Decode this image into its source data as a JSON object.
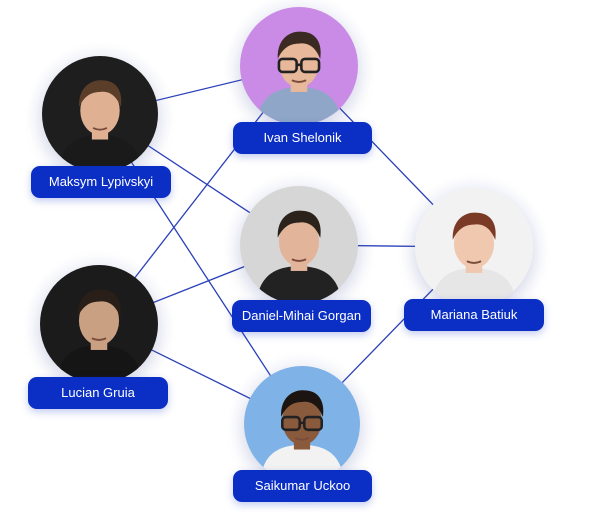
{
  "colors": {
    "pill": "#0b2fc4",
    "link": "#2a40b8",
    "text": "#ffffff"
  },
  "people": [
    {
      "id": "ivan",
      "name": "Ivan Shelonik",
      "photo_bg": "#c98be6",
      "skin": "#e8b89a",
      "hair": "#3a2a22",
      "shirt": "#8fa6c8",
      "glasses": true
    },
    {
      "id": "maksym",
      "name": "Maksym Lypivskyi",
      "photo_bg": "#1e1e1e",
      "skin": "#e0b093",
      "hair": "#5a3e2a",
      "shirt": "#1a1a1a",
      "glasses": false
    },
    {
      "id": "daniel",
      "name": "Daniel-Mihai Gorgan",
      "photo_bg": "#d6d6d6",
      "skin": "#e2b49a",
      "hair": "#2b221c",
      "shirt": "#222222",
      "glasses": false
    },
    {
      "id": "mariana",
      "name": "Mariana Batiuk",
      "photo_bg": "#f2f2f2",
      "skin": "#f0c8b0",
      "hair": "#7a3a26",
      "shirt": "#e6e6e6",
      "glasses": false
    },
    {
      "id": "lucian",
      "name": "Lucian Gruia",
      "photo_bg": "#1b1b1b",
      "skin": "#caa083",
      "hair": "#2a1f18",
      "shirt": "#151515",
      "glasses": false
    },
    {
      "id": "saikumar",
      "name": "Saikumar Uckoo",
      "photo_bg": "#7fb2e6",
      "skin": "#8a5a3c",
      "hair": "#1b1410",
      "shirt": "#f2f2f2",
      "glasses": true
    }
  ],
  "connections": [
    [
      "maksym",
      "ivan"
    ],
    [
      "maksym",
      "daniel"
    ],
    [
      "maksym",
      "saikumar"
    ],
    [
      "ivan",
      "mariana"
    ],
    [
      "ivan",
      "lucian"
    ],
    [
      "daniel",
      "mariana"
    ],
    [
      "lucian",
      "daniel"
    ],
    [
      "lucian",
      "saikumar"
    ],
    [
      "mariana",
      "saikumar"
    ]
  ]
}
